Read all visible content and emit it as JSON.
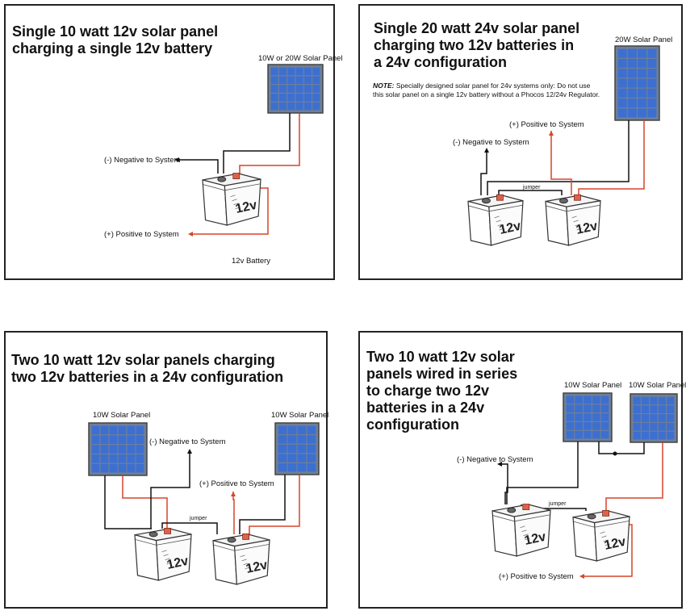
{
  "colors": {
    "positive_wire": "#d6452a",
    "negative_wire": "#111111",
    "panel_cell": "#3d6fd1",
    "panel_frame": "#6f7f95"
  },
  "diagrams": [
    {
      "title": "Single 10 watt 12v solar panel\ncharging a single 12v battery",
      "panel_label": "10W  or 20W Solar Panel",
      "negative_label": "(-) Negative to System",
      "positive_label": "(+) Positive to System",
      "battery_label": "12v Battery",
      "battery_text": "12v"
    },
    {
      "title": "Single 20 watt 24v solar panel\ncharging two 12v batteries in\na 24v configuration",
      "note_prefix": "NOTE:",
      "note_text": " Specially designed solar panel for 24v systems only: Do not use this solar panel on a single 12v battery without a Phocos 12/24v Regulator.",
      "panel_label": "20W Solar Panel",
      "positive_label": "(+) Positive to System",
      "negative_label": "(-) Negative to System",
      "jumper_label": "jumper",
      "battery_text": "12v"
    },
    {
      "title": "Two 10 watt 12v solar panels charging\ntwo 12v batteries in a 24v configuration",
      "panel_left_label": "10W Solar Panel",
      "panel_right_label": "10W Solar Panel",
      "negative_label": "(-) Negative to System",
      "positive_label": "(+) Positive to System",
      "jumper_label": "jumper",
      "battery_text": "12v"
    },
    {
      "title": "Two 10 watt 12v solar\npanels wired in series\nto charge two 12v\nbatteries in a 24v\nconfiguration",
      "panel_left_label": "10W Solar Panel",
      "panel_right_label": "10W Solar Panel",
      "negative_label": "(-) Negative to System",
      "positive_label": "(+) Positive to System",
      "jumper_label": "jumper",
      "battery_text": "12v"
    }
  ]
}
